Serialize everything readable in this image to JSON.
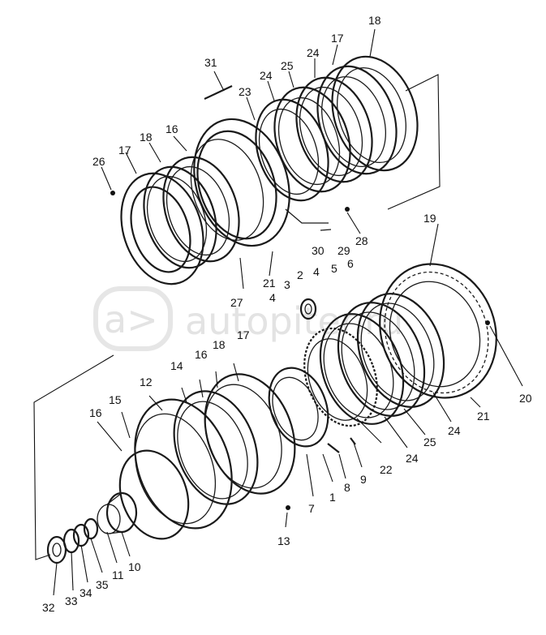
{
  "diagram": {
    "watermark": {
      "logo_glyph": "a>",
      "text": "autopiter.ru"
    },
    "callouts": [
      {
        "id": "lbl-18-top",
        "text": "18"
      },
      {
        "id": "lbl-17-top",
        "text": "17"
      },
      {
        "id": "lbl-24-a",
        "text": "24"
      },
      {
        "id": "lbl-25-top",
        "text": "25"
      },
      {
        "id": "lbl-24-b",
        "text": "24"
      },
      {
        "id": "lbl-31",
        "text": "31"
      },
      {
        "id": "lbl-23",
        "text": "23"
      },
      {
        "id": "lbl-16-mid",
        "text": "16"
      },
      {
        "id": "lbl-18-mid",
        "text": "18"
      },
      {
        "id": "lbl-17-mid",
        "text": "17"
      },
      {
        "id": "lbl-26",
        "text": "26"
      },
      {
        "id": "lbl-28",
        "text": "28"
      },
      {
        "id": "lbl-30",
        "text": "30"
      },
      {
        "id": "lbl-29",
        "text": "29"
      },
      {
        "id": "lbl-6",
        "text": "6"
      },
      {
        "id": "lbl-5",
        "text": "5"
      },
      {
        "id": "lbl-4a",
        "text": "4"
      },
      {
        "id": "lbl-2",
        "text": "2"
      },
      {
        "id": "lbl-3",
        "text": "3"
      },
      {
        "id": "lbl-21-mid",
        "text": "21"
      },
      {
        "id": "lbl-4b",
        "text": "4"
      },
      {
        "id": "lbl-27",
        "text": "27"
      },
      {
        "id": "lbl-19",
        "text": "19"
      },
      {
        "id": "lbl-20",
        "text": "20"
      },
      {
        "id": "lbl-21-right",
        "text": "21"
      },
      {
        "id": "lbl-24-c",
        "text": "24"
      },
      {
        "id": "lbl-25-low",
        "text": "25"
      },
      {
        "id": "lbl-24-d",
        "text": "24"
      },
      {
        "id": "lbl-22",
        "text": "22"
      },
      {
        "id": "lbl-9",
        "text": "9"
      },
      {
        "id": "lbl-8",
        "text": "8"
      },
      {
        "id": "lbl-1",
        "text": "1"
      },
      {
        "id": "lbl-7",
        "text": "7"
      },
      {
        "id": "lbl-17-low",
        "text": "17"
      },
      {
        "id": "lbl-18-low",
        "text": "18"
      },
      {
        "id": "lbl-16-low",
        "text": "16"
      },
      {
        "id": "lbl-14",
        "text": "14"
      },
      {
        "id": "lbl-12",
        "text": "12"
      },
      {
        "id": "lbl-15",
        "text": "15"
      },
      {
        "id": "lbl-16-left",
        "text": "16"
      },
      {
        "id": "lbl-13",
        "text": "13"
      },
      {
        "id": "lbl-10",
        "text": "10"
      },
      {
        "id": "lbl-11",
        "text": "11"
      },
      {
        "id": "lbl-35",
        "text": "35"
      },
      {
        "id": "lbl-34",
        "text": "34"
      },
      {
        "id": "lbl-33",
        "text": "33"
      },
      {
        "id": "lbl-32",
        "text": "32"
      }
    ]
  }
}
